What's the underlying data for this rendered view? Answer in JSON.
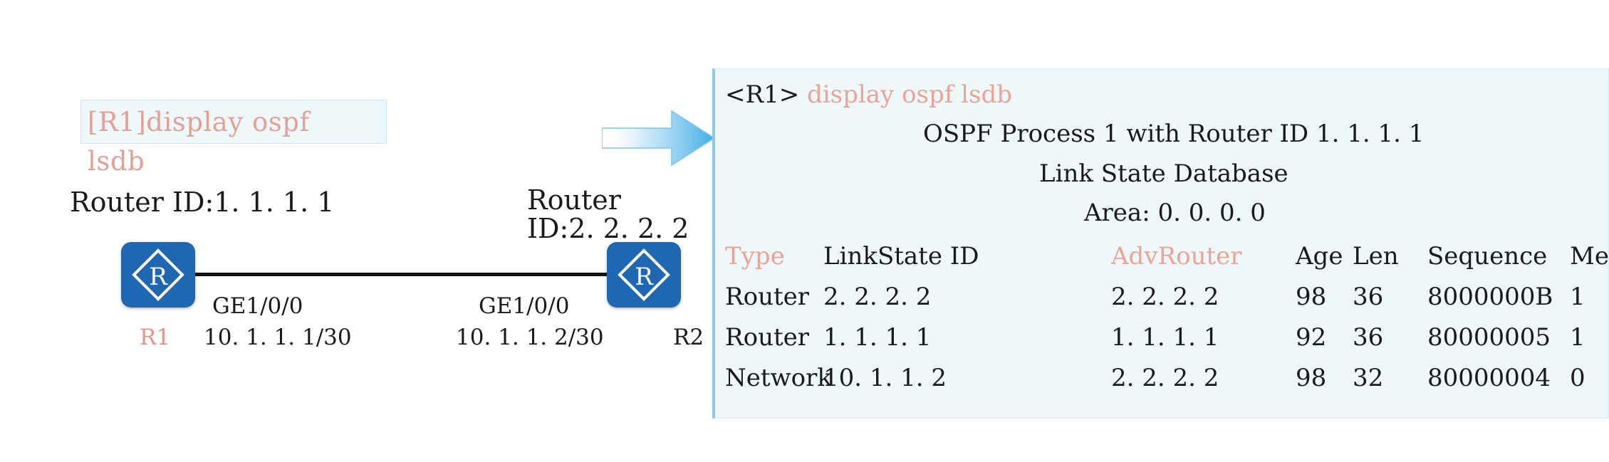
{
  "diagram": {
    "command_box": {
      "line1": "[R1]display ospf",
      "line2": "lsdb",
      "text_color": "#e5a094",
      "bg_color": "#eef8fb"
    },
    "router1": {
      "id_label": "Router ID:1. 1. 1. 1",
      "name": "R1",
      "interface": "GE1/0/0",
      "ip": "10. 1. 1. 1/30",
      "icon": "router-icon"
    },
    "router2": {
      "id_label_line1": "Router",
      "id_label_line2": "ID:2. 2. 2. 2",
      "name": "R2",
      "interface": "GE1/0/0",
      "ip": "10. 1. 1. 2/30",
      "icon": "router-icon"
    },
    "arrow": {
      "icon": "right-arrow-icon",
      "color": "#4db1e8"
    }
  },
  "terminal": {
    "prompt": "<R1>",
    "command": "display ospf lsdb",
    "header_lines": [
      "OSPF Process 1 with Router ID 1. 1. 1. 1",
      "Link State Database",
      "Area: 0. 0. 0. 0"
    ],
    "columns": [
      {
        "label": "Type",
        "accent": true
      },
      {
        "label": "LinkState ID",
        "accent": false
      },
      {
        "label": "AdvRouter",
        "accent": true
      },
      {
        "label": "Age",
        "accent": false
      },
      {
        "label": "Len",
        "accent": false
      },
      {
        "label": "Sequence",
        "accent": false
      },
      {
        "label": "Metric",
        "accent": false
      }
    ],
    "rows": [
      {
        "type": "Router",
        "linkstate_id": "2. 2. 2. 2",
        "advrouter": "2. 2. 2. 2",
        "age": "98",
        "len": "36",
        "sequence": "8000000B",
        "metric": "1"
      },
      {
        "type": "Router",
        "linkstate_id": "1. 1. 1. 1",
        "advrouter": "1. 1. 1. 1",
        "age": "92",
        "len": "36",
        "sequence": "80000005",
        "metric": "1"
      },
      {
        "type": "Network",
        "linkstate_id": "10. 1. 1. 2",
        "advrouter": "2. 2. 2. 2",
        "age": "98",
        "len": "32",
        "sequence": "80000004",
        "metric": "0"
      }
    ],
    "accent_color": "#eda394",
    "bg_color": "#eef7fa",
    "border_color": "#8ecbe0"
  }
}
